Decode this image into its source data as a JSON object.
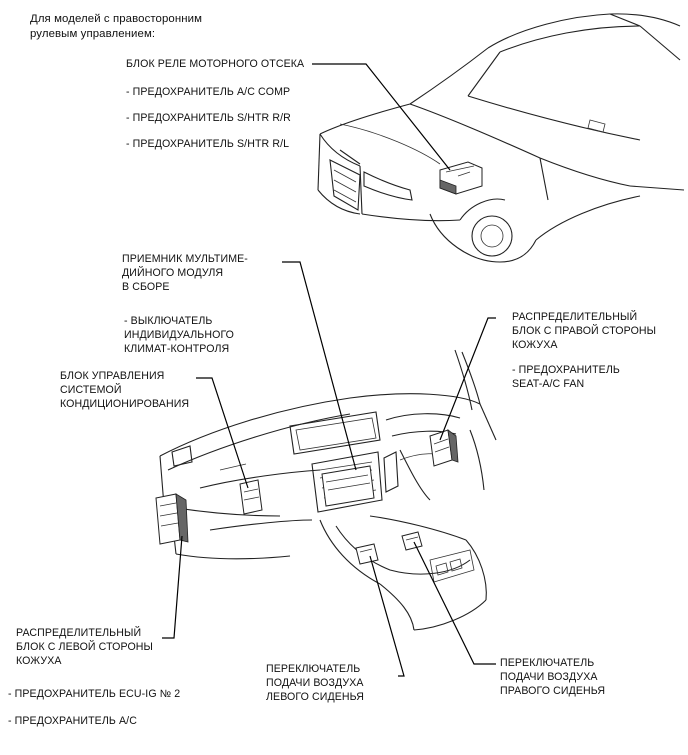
{
  "heading": "Для моделей с правосторонним\nрулевым управлением:",
  "labels": {
    "engine_relay_block": "БЛОК РЕЛЕ МОТОРНОГО ОТСЕКА",
    "fuse_ac_comp": "- ПРЕДОХРАНИТЕЛЬ A/C COMP",
    "fuse_shtr_rr": "- ПРЕДОХРАНИТЕЛЬ S/HTR R/R",
    "fuse_shtr_rl": "- ПРЕДОХРАНИТЕЛЬ S/HTR R/L",
    "multimedia_receiver": "ПРИЕМНИК МУЛЬТИМЕ-\nДИЙНОГО МОДУЛЯ\nВ СБОРЕ",
    "climate_switch": "- ВЫКЛЮЧАТЕЛЬ\nИНДИВИДУАЛЬНОГО\nКЛИМАТ-КОНТРОЛЯ",
    "ac_control_unit": "БЛОК УПРАВЛЕНИЯ\nСИСТЕМОЙ\nКОНДИЦИОНИРОВАНИЯ",
    "right_junction_block": "РАСПРЕДЕЛИТЕЛЬНЫЙ\nБЛОК С ПРАВОЙ СТОРОНЫ\nКОЖУХА",
    "fuse_seat_ac_fan": "- ПРЕДОХРАНИТЕЛЬ\nSEAT-A/C FAN",
    "left_junction_block": "РАСПРЕДЕЛИТЕЛЬНЫЙ\nБЛОК С ЛЕВОЙ СТОРОНЫ\nКОЖУХА",
    "fuse_ecu_ig_2": "- ПРЕДОХРАНИТЕЛЬ ECU-IG № 2",
    "fuse_ac": "- ПРЕДОХРАНИТЕЛЬ A/C",
    "left_seat_air_switch": "ПЕРЕКЛЮЧАТЕЛЬ\nПОДАЧИ ВОЗДУХА\nЛЕВОГО СИДЕНЬЯ",
    "right_seat_air_switch": "ПЕРЕКЛЮЧАТЕЛЬ\nПОДАЧИ ВОЗДУХА\nПРАВОГО СИДЕНЬЯ"
  }
}
